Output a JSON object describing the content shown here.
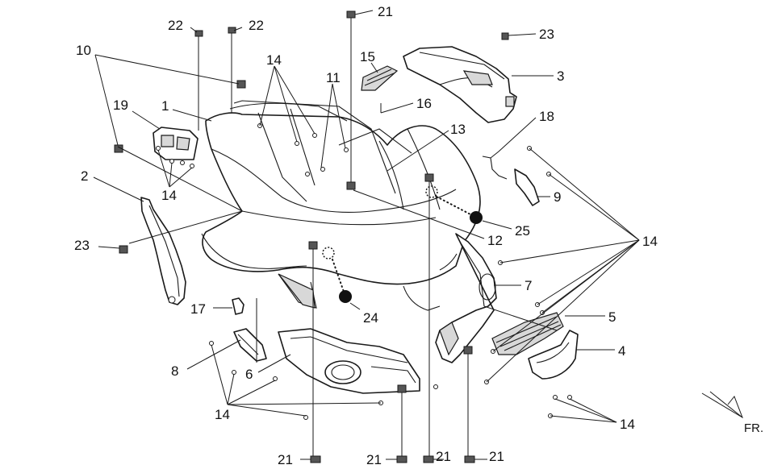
{
  "diagram": {
    "direction_label": "FR.",
    "callouts": {
      "c1": "1",
      "c2": "2",
      "c3": "3",
      "c4": "4",
      "c5": "5",
      "c6": "6",
      "c7": "7",
      "c8": "8",
      "c9": "9",
      "c10": "10",
      "c11": "11",
      "c12": "12",
      "c13": "13",
      "c14": "14",
      "c15": "15",
      "c16": "16",
      "c17": "17",
      "c18": "18",
      "c19": "19",
      "c21": "21",
      "c22": "22",
      "c23": "23",
      "c24": "24",
      "c25": "25"
    }
  }
}
